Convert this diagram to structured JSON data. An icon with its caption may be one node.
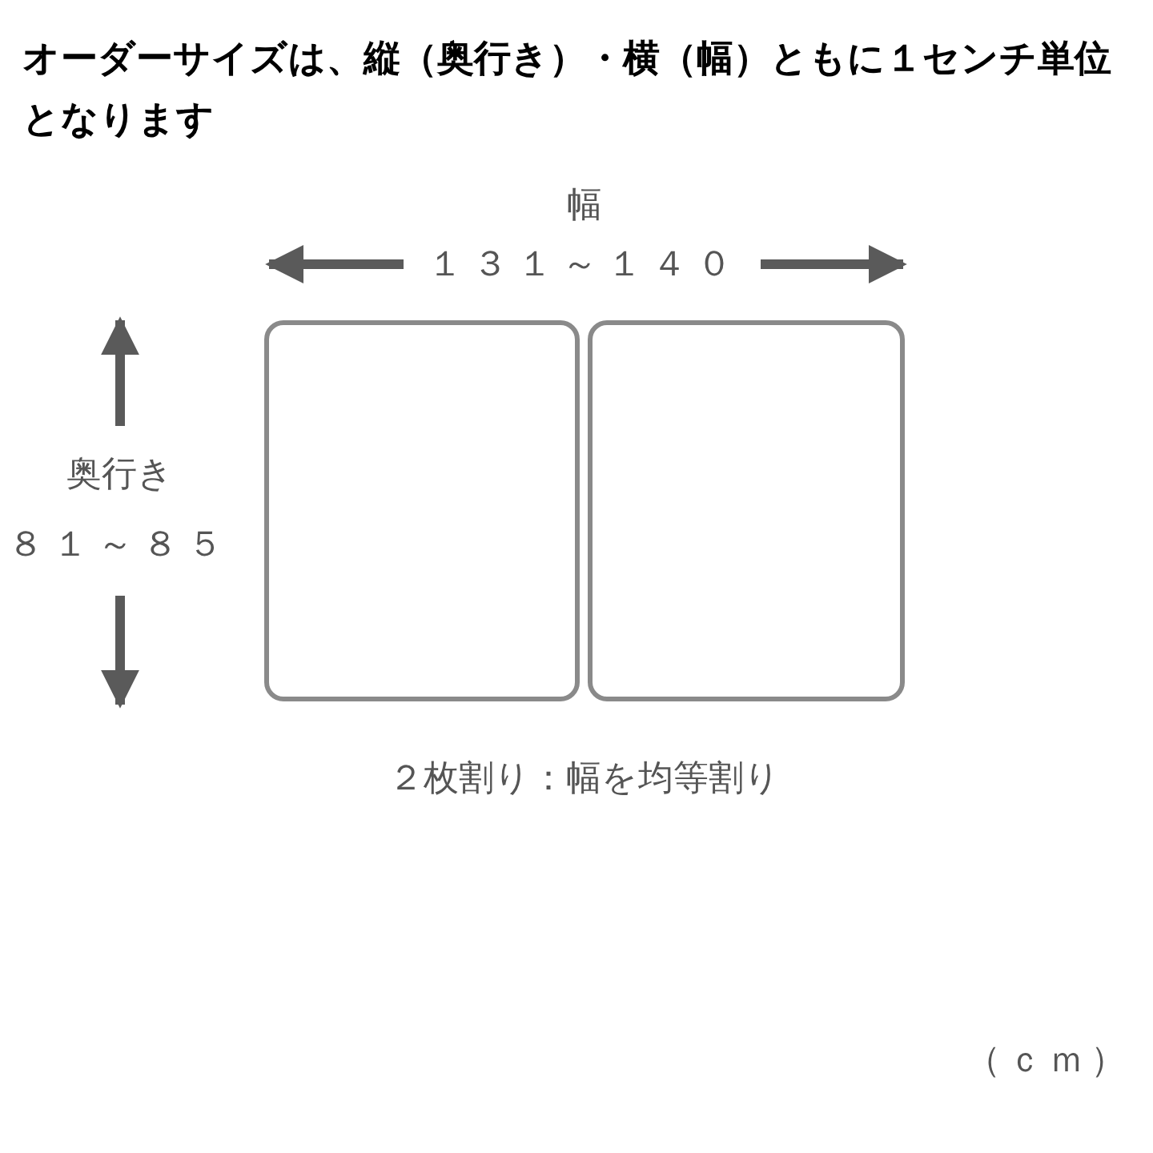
{
  "diagram": {
    "title": "オーダーサイズは、縦（奥行き）・横（幅）ともに１センチ単位となります",
    "nodes": [
      {
        "text": [],
        "shape": "box"
      },
      {
        "text": [],
        "shape": "box"
      }
    ],
    "labels": [
      "幅",
      "１３１～１４０",
      "奥行き",
      "８１～８５",
      "２枚割り：幅を均等割り",
      "（ｃｍ）"
    ]
  }
}
